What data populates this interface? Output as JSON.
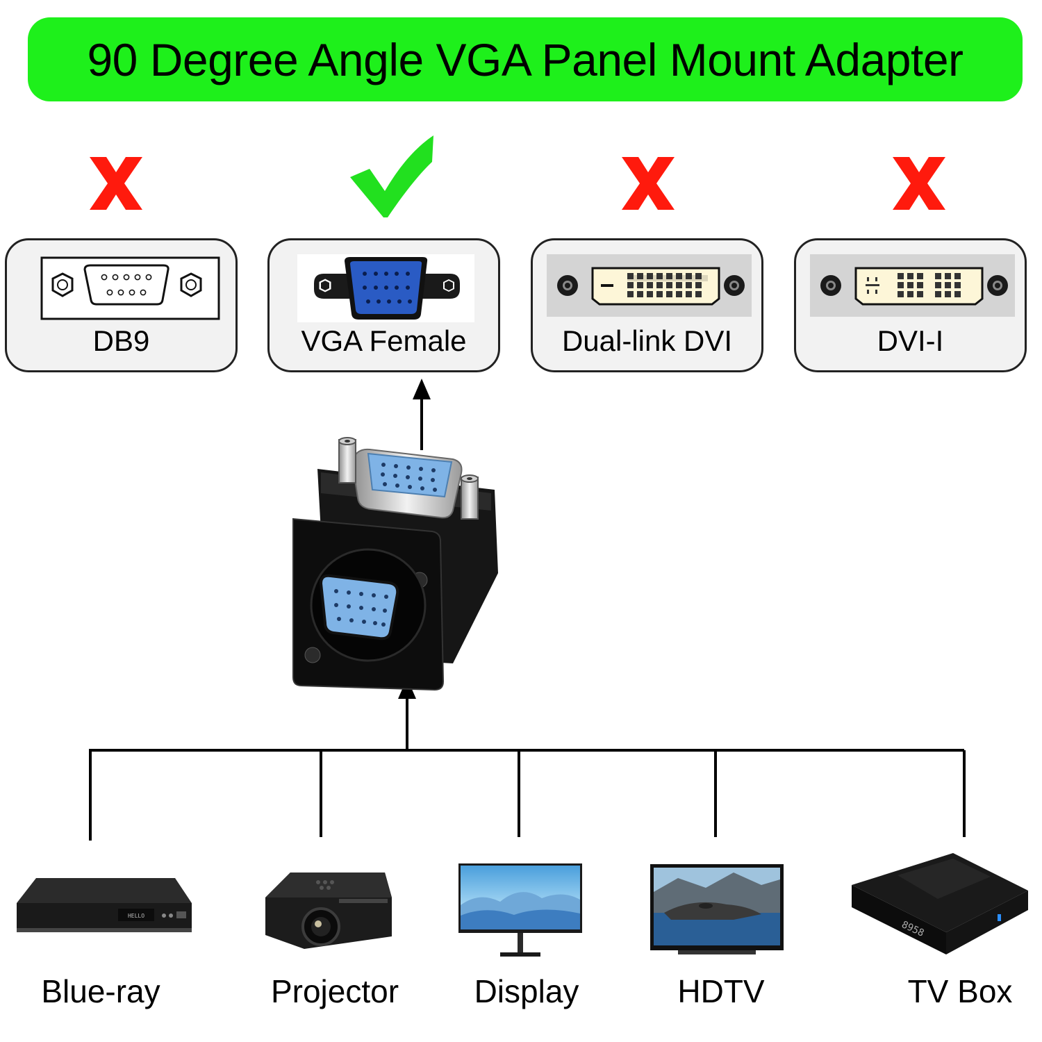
{
  "title": "90 Degree Angle VGA Panel Mount Adapter",
  "colors": {
    "banner": "#1ef01b",
    "cross": "#ff1a0d",
    "check": "#22e01f",
    "vga_blue": "#2a5bc4",
    "card_bg": "#f2f2f2"
  },
  "connectors": [
    {
      "label": "DB9",
      "compatible": false,
      "status_icon": "red-x-icon"
    },
    {
      "label": "VGA Female",
      "compatible": true,
      "status_icon": "green-check-icon"
    },
    {
      "label": "Dual-link DVI",
      "compatible": false,
      "status_icon": "red-x-icon"
    },
    {
      "label": "DVI-I",
      "compatible": false,
      "status_icon": "red-x-icon"
    }
  ],
  "product": {
    "icon": "right-angle-vga-panel-mount-adapter"
  },
  "devices": [
    {
      "label": "Blue-ray",
      "icon": "blu-ray-player-icon",
      "screen_text": "HELLO"
    },
    {
      "label": "Projector",
      "icon": "projector-icon"
    },
    {
      "label": "Display",
      "icon": "monitor-icon"
    },
    {
      "label": "HDTV",
      "icon": "tv-icon"
    },
    {
      "label": "TV Box",
      "icon": "tv-box-icon",
      "screen_text": "8958"
    }
  ]
}
